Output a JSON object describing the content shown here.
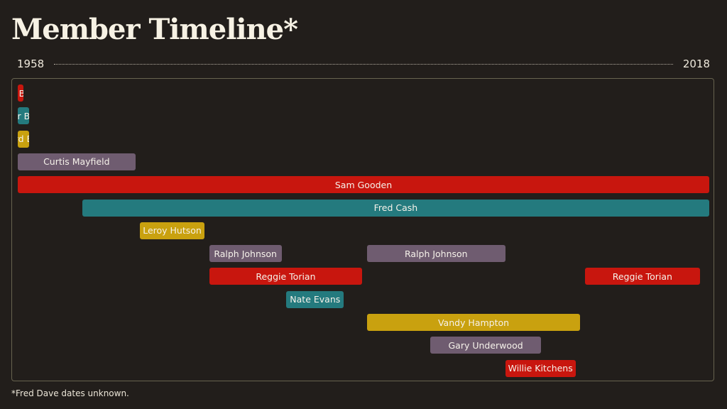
{
  "title": "Member Timeline",
  "title_marker": "*",
  "footnote": "*Fred Dave dates unknown.",
  "colors": {
    "background": "#221e1b",
    "red": "#c8160e",
    "teal": "#247a7e",
    "gold": "#c9a10f",
    "mauve": "#6f5c70"
  },
  "chart_data": {
    "type": "timeline",
    "xlim": [
      1958,
      2018
    ],
    "axis_labels": {
      "start": "1958",
      "end": "2018"
    },
    "grid": false,
    "bars": [
      {
        "member": "Jerry Butler",
        "start": 1958,
        "end": 1958.5,
        "row": 0,
        "color": "red"
      },
      {
        "member": "Arthur Brooks",
        "start": 1958,
        "end": 1959,
        "row": 1,
        "color": "teal"
      },
      {
        "member": "Richard Brooks",
        "start": 1958,
        "end": 1959,
        "row": 2,
        "color": "gold"
      },
      {
        "member": "Curtis Mayfield",
        "start": 1958,
        "end": 1968.2,
        "row": 3,
        "color": "mauve"
      },
      {
        "member": "Sam Gooden",
        "start": 1958,
        "end": 2018,
        "row": 4,
        "color": "red"
      },
      {
        "member": "Fred Cash",
        "start": 1963.6,
        "end": 2018,
        "row": 5,
        "color": "teal"
      },
      {
        "member": "Leroy Hutson",
        "start": 1968.6,
        "end": 1974.2,
        "row": 6,
        "color": "gold"
      },
      {
        "member": "Ralph Johnson",
        "start": 1974.6,
        "end": 1980.9,
        "row": 7,
        "color": "mauve"
      },
      {
        "member": "Ralph Johnson",
        "start": 1988.3,
        "end": 2000.3,
        "row": 7,
        "color": "mauve"
      },
      {
        "member": "Reggie Torian",
        "start": 1974.6,
        "end": 1987.9,
        "row": 8,
        "color": "red"
      },
      {
        "member": "Reggie Torian",
        "start": 2007.2,
        "end": 2017.2,
        "row": 8,
        "color": "red"
      },
      {
        "member": "Nate Evans",
        "start": 1981.3,
        "end": 1986.3,
        "row": 9,
        "color": "teal"
      },
      {
        "member": "Vandy Hampton",
        "start": 1988.3,
        "end": 2006.8,
        "row": 10,
        "color": "gold"
      },
      {
        "member": "Gary Underwood",
        "start": 1993.8,
        "end": 2003.4,
        "row": 11,
        "color": "mauve"
      },
      {
        "member": "Willie Kitchens",
        "start": 2000.3,
        "end": 2006.4,
        "row": 12,
        "color": "red"
      }
    ]
  }
}
